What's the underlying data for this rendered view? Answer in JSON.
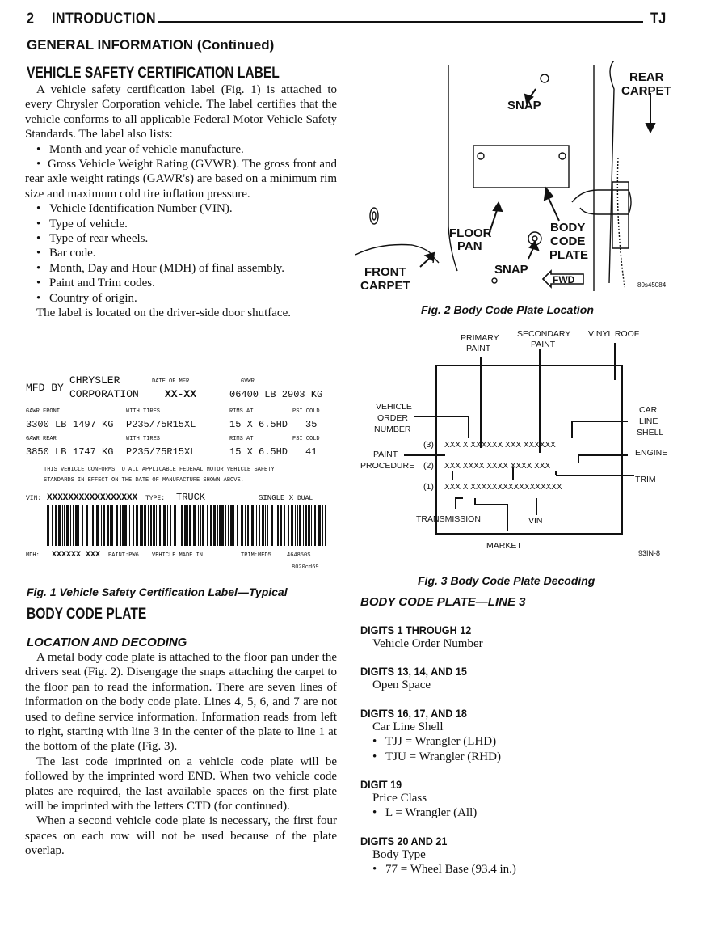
{
  "header": {
    "page_number": "2",
    "section": "INTRODUCTION",
    "model": "TJ"
  },
  "general_info": "GENERAL INFORMATION (Continued)",
  "cert_label_section": {
    "title": "VEHICLE SAFETY CERTIFICATION LABEL",
    "intro": "A vehicle safety certification label (Fig. 1) is attached to every Chrysler Corporation vehicle. The label certifies that the vehicle conforms to all applicable Federal Motor Vehicle Safety Standards. The label also lists:",
    "bullets_a": [
      "Month and year of vehicle manufacture."
    ],
    "gvwr_text": "Gross Vehicle Weight Rating (GVWR). The gross front and rear axle weight ratings (GAWR's) are based on a minimum rim size and maximum cold tire inflation pressure.",
    "bullets_b": [
      "Vehicle Identification Number (VIN).",
      "Type of vehicle.",
      "Type of rear wheels.",
      "Bar code.",
      "Month, Day and Hour (MDH) of final assembly.",
      "Paint and Trim codes.",
      "Country of origin."
    ],
    "location": "The label is located on the driver-side door shutface."
  },
  "fig1": {
    "mfd_by": "MFD BY",
    "maker1": "CHRYSLER",
    "maker2": "CORPORATION",
    "date_of_mfr": "DATE OF MFR",
    "date_value": "XX-XX",
    "gvwr_label": "GVWR",
    "gvwr_value": "06400 LB  2903 KG",
    "gawr_front": "GAWR FRONT",
    "with_tires1": "WITH TIRES",
    "rims_at1": "RIMS AT",
    "psi_cold1": "PSI COLD",
    "front_row": [
      "3300 LB",
      "1497 KG",
      "P235/75R15XL",
      "15 X 6.5HD",
      "35"
    ],
    "gawr_rear": "GAWR REAR",
    "with_tires2": "WITH TIRES",
    "rims_at2": "RIMS AT",
    "psi_cold2": "PSI COLD",
    "rear_row": [
      "3850 LB",
      "1747 KG",
      "P235/75R15XL",
      "15 X 6.5HD",
      "41"
    ],
    "statement1": "THIS VEHICLE CONFORMS TO ALL APPLICABLE FEDERAL MOTOR VEHICLE SAFETY",
    "statement2": "STANDARDS IN EFFECT ON THE DATE OF MANUFACTURE SHOWN ABOVE.",
    "vin_label": "VIN:",
    "vin_value": "XXXXXXXXXXXXXXXXX",
    "type_label": "TYPE:",
    "type_value": "TRUCK",
    "single": "SINGLE X",
    "dual": "DUAL",
    "mdh_label": "MDH:",
    "mdh_value": "XXXXXX XXX",
    "paint_label": "PAINT:PW6",
    "vehicle_made": "VEHICLE MADE IN",
    "trim_label": "TRIM:MED5",
    "code_a": "464850S",
    "code_b": "8020cd69",
    "caption": "Fig. 1 Vehicle Safety Certification Label—Typical"
  },
  "body_code_section": {
    "title": "BODY CODE PLATE",
    "subtitle": "LOCATION AND DECODING",
    "para1": "A metal body code plate is attached to the floor pan under the drivers seat (Fig. 2). Disengage the snaps attaching the carpet to the floor pan to read the information. There are seven lines of information on the body code plate. Lines 4, 5, 6, and 7 are not used to define service information. Information reads from left to right, starting with line 3 in the center of the plate to line 1 at the bottom of the plate (Fig. 3).",
    "para2": "The last code imprinted on a vehicle code plate will be followed by the imprinted word END. When two vehicle code plates are required, the last available spaces on the first plate will be imprinted with the letters CTD (for continued).",
    "para3": "When a second vehicle code plate is necessary, the first four spaces on each row will not be used because of the plate overlap."
  },
  "fig2": {
    "snap_top": "SNAP",
    "rear": "REAR",
    "carpet_r": "CARPET",
    "floor": "FLOOR",
    "pan": "PAN",
    "body": "BODY",
    "code": "CODE",
    "plate": "PLATE",
    "front": "FRONT",
    "carpet_f": "CARPET",
    "snap_bottom": "SNAP",
    "fwd": "FWD",
    "code_id": "80s45084",
    "caption": "Fig. 2 Body Code Plate Location"
  },
  "fig3": {
    "primary": "PRIMARY",
    "paint_top": "PAINT",
    "secondary": "SECONDARY",
    "paint_top2": "PAINT",
    "vinyl_roof": "VINYL ROOF",
    "vehicle": "VEHICLE",
    "order": "ORDER",
    "number": "NUMBER",
    "car": "CAR",
    "line": "LINE",
    "shell": "SHELL",
    "row3_label": "(3)",
    "row3": "XXX  X XXXXXX  XXX  XXXXXX",
    "paint_proc1": "PAINT",
    "paint_proc2": "PROCEDURE",
    "engine": "ENGINE",
    "row2_label": "(2)",
    "row2": "XXX  XXXX  XXXX  XXXX  XXX",
    "trim": "TRIM",
    "row1_label": "(1)",
    "row1": "XXX  X   XXXXXXXXXXXXXXXXX",
    "transmission": "TRANSMISSION",
    "vin": "VIN",
    "market": "MARKET",
    "code_id": "93IN-8",
    "caption": "Fig. 3 Body Code Plate Decoding"
  },
  "line3_section": {
    "title": "BODY CODE PLATE—LINE 3",
    "items": [
      {
        "heading": "DIGITS 1 THROUGH 12",
        "value": "Vehicle Order Number",
        "bullets": []
      },
      {
        "heading": "DIGITS 13, 14, AND 15",
        "value": "Open Space",
        "bullets": []
      },
      {
        "heading": "DIGITS 16, 17, AND 18",
        "value": "Car Line Shell",
        "bullets": [
          "TJJ = Wrangler (LHD)",
          "TJU = Wrangler (RHD)"
        ]
      },
      {
        "heading": "DIGIT 19",
        "value": "Price Class",
        "bullets": [
          "L = Wrangler (All)"
        ]
      },
      {
        "heading": "DIGITS 20 AND 21",
        "value": "Body Type",
        "bullets": [
          "77 = Wheel Base (93.4 in.)"
        ]
      }
    ]
  }
}
